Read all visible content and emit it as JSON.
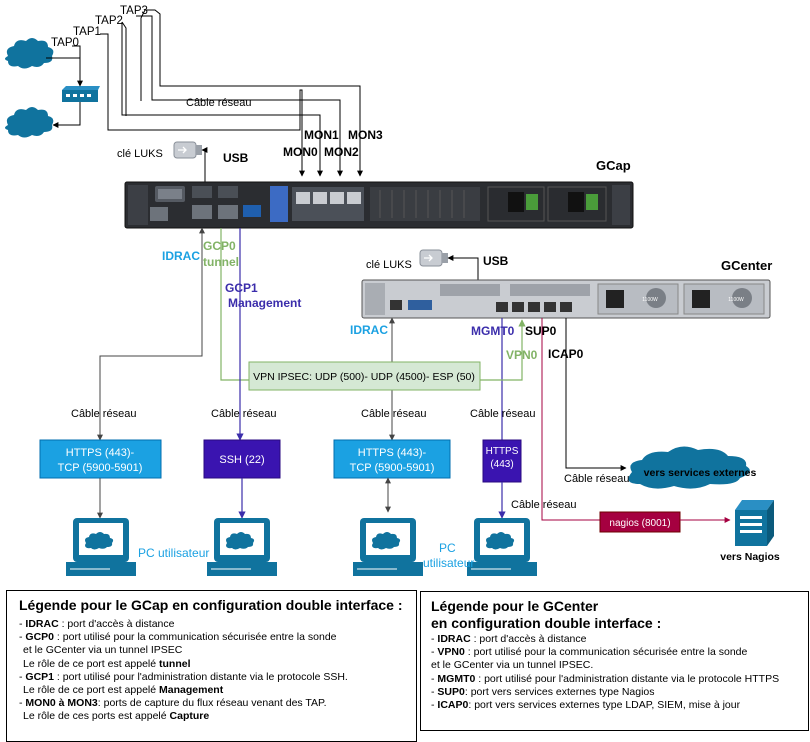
{
  "colors": {
    "idrac": "#1ba1e2",
    "tunnel": "#82b366",
    "management": "#3b2dab",
    "nagios": "#a50040",
    "box_blue": "#1ba1e2",
    "box_purple": "#3a14b0",
    "vpn_fill": "#d5e8d4",
    "vpn_stroke": "#82b366",
    "cloud": "#10739e"
  },
  "taps": {
    "tap0": "TAP0",
    "tap1": "TAP1",
    "tap2": "TAP2",
    "tap3": "TAP3",
    "cable": "Câble réseau"
  },
  "mon": {
    "mon0": "MON0",
    "mon1": "MON1",
    "mon2": "MON2",
    "mon3": "MON3"
  },
  "gcap": {
    "title": "GCap",
    "luks": "clé LUKS",
    "usb": "USB",
    "idrac": "IDRAC",
    "gcp0": "GCP0",
    "gcp0_sub": "tunnel",
    "gcp1": "GCP1",
    "gcp1_sub": "Management"
  },
  "gcenter": {
    "title": "GCenter",
    "luks": "clé LUKS",
    "usb": "USB",
    "idrac": "IDRAC",
    "mgmt0": "MGMT0",
    "sup0": "SUP0",
    "vpn0": "VPN0",
    "icap0": "ICAP0",
    "psu_left": "1100W",
    "psu_right": "1100W"
  },
  "vpn_label": "VPN IPSEC: UDP (500)- UDP (4500)- ESP (50)",
  "cables": {
    "c1": "Câble réseau",
    "c2": "Câble réseau",
    "c3": "Câble réseau",
    "c4": "Câble réseau",
    "c5": "Câble réseau",
    "c6": "Câble réseau"
  },
  "boxes": {
    "https1_l1": "HTTPS (443)-",
    "https1_l2": "TCP (5900-5901)",
    "ssh": "SSH (22)",
    "https2_l1": "HTTPS (443)-",
    "https2_l2": "TCP (5900-5901)",
    "https3_l1": "HTTPS",
    "https3_l2": "(443)",
    "nagios": "nagios (8001)"
  },
  "pc": {
    "user1": "PC utilisateur",
    "user2_l1": "PC",
    "user2_l2": "utilisateur"
  },
  "ext": {
    "services": "vers services externes",
    "nagios": "vers Nagios"
  },
  "legend_gcap": {
    "title": "Légende pour le GCap en configuration double interface :",
    "i1_key": "IDRAC",
    "i1_text": " : port d'accès à distance",
    "i2_key": "GCP0",
    "i2_text": " : port utilisé pour la communication sécurisée entre la sonde",
    "i2_cont": "et le GCenter via un tunnel IPSEC",
    "i2_role": "Le rôle de ce port est appelé ",
    "i2_role_key": "tunnel",
    "i3_key": "GCP1",
    "i3_text": " : port utilisé pour l'administration distante via le protocole SSH.",
    "i3_role": "Le rôle de ce port est appelé ",
    "i3_role_key": "Management",
    "i4_key": "MON0 à MON3",
    "i4_text": ": ports de capture du flux réseau venant des TAP.",
    "i4_role": "Le rôle de ces ports est appelé ",
    "i4_role_key": "Capture"
  },
  "legend_gcenter": {
    "title_l1": "Légende pour le GCenter",
    "title_l2": "en configuration double interface :",
    "i1_key": "IDRAC",
    "i1_text": " : port d'accès à distance",
    "i2_key": "VPN0",
    "i2_text": " : port utilisé pour la communication sécurisée entre la sonde",
    "i2_cont": "et le GCenter via un tunnel IPSEC.",
    "i3_key": "MGMT0",
    "i3_text": " : port utilisé pour l'administration  distante via le protocole HTTPS",
    "i4_key": "SUP0",
    "i4_text": ": port vers services externes type Nagios",
    "i5_key": "ICAP0",
    "i5_text": ": port vers services externes type LDAP, SIEM, mise à jour"
  }
}
